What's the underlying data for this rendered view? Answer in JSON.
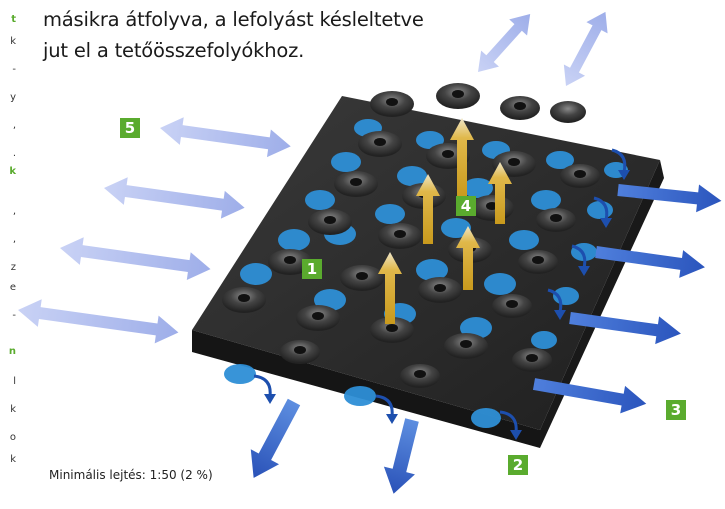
{
  "intro_lines": [
    "másikra átfolyva, a lefolyást késleltetve",
    "jut el a tetőösszefolyókhoz."
  ],
  "edge_letters": [
    "t",
    "k",
    "-",
    "y",
    ",",
    ".",
    "k",
    ",",
    ",",
    "z",
    "e",
    "-",
    "n",
    "l",
    "k",
    "o",
    "k"
  ],
  "badges": {
    "b1": "1",
    "b2": "2",
    "b3": "3",
    "b4": "4",
    "b5": "5"
  },
  "footnote": "Minimális lejtés: 1:50 (2 %)",
  "colors": {
    "badge": "#5aab2e",
    "mat": "#2b2b2b",
    "water": "#2e8fd6",
    "arrow_light": "#a9b8ee",
    "arrow_dark": "#3565cc",
    "arrow_up": "#d6a92a"
  }
}
